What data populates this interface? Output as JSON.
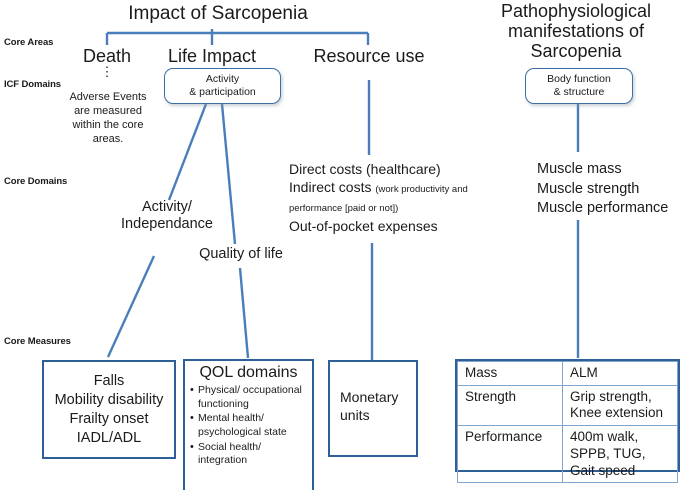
{
  "diagram": {
    "title_left": "Impact of Sarcopenia",
    "title_right": "Pathophysiological manifestations of Sarcopenia",
    "row_labels": [
      "Core Areas",
      "ICF Domains",
      "Core Domains",
      "Core Measures"
    ],
    "core_areas": [
      "Death",
      "Life Impact",
      "Resource use"
    ],
    "icf_domains": [
      "Activity & participation",
      "Body function & structure"
    ],
    "icf_activity_line1": "Activity",
    "icf_activity_line2": "& participation",
    "icf_body_line1": "Body function",
    "icf_body_line2": "& structure",
    "death_note": "Adverse Events are measured within the core areas.",
    "death_dots": "⋮",
    "core_domains": {
      "activity_independance_line1": "Activity/",
      "activity_independance_line2": "Independance",
      "quality_of_life": "Quality of life",
      "resource_costs": [
        {
          "main": "Direct costs (healthcare)",
          "small": ""
        },
        {
          "main": "Indirect costs ",
          "small": "(work productivity and performance [paid or not])"
        },
        {
          "main": "Out-of-pocket expenses",
          "small": ""
        }
      ],
      "pathophysiological": [
        "Muscle mass",
        "Muscle strength",
        "Muscle performance"
      ]
    },
    "core_measures": {
      "falls_box": [
        "Falls",
        "Mobility disability",
        "Frailty onset",
        "IADL/ADL"
      ],
      "qol_box": {
        "title": "QOL domains",
        "items": [
          "Physical/ occupational functioning",
          "Mental health/ psychological state",
          "Social health/ integration"
        ]
      },
      "monetary_box": {
        "line1": "Monetary",
        "line2": "units"
      },
      "measures_table": {
        "rows": [
          {
            "label": "Mass",
            "value": "ALM"
          },
          {
            "label": "Strength",
            "value": "Grip strength, Knee extension"
          },
          {
            "label": "Performance",
            "value": "400m walk, SPPB, TUG, Gait speed"
          }
        ]
      }
    },
    "colors": {
      "connector": "#4a7ebb",
      "box_border": "#2e5f96",
      "pill_border": "#3d6fa5",
      "table_border": "#7fa6d0",
      "text": "#1b1b1b",
      "background": "#ffffff"
    }
  }
}
